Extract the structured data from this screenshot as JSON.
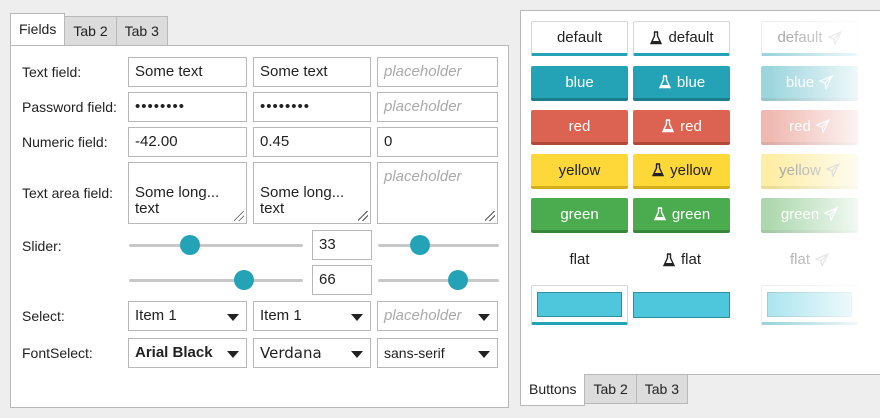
{
  "left": {
    "tabs": [
      "Fields",
      "Tab 2",
      "Tab 3"
    ],
    "labels": {
      "text": "Text field:",
      "password": "Password field:",
      "numeric": "Numeric field:",
      "textarea": "Text area field:",
      "slider": "Slider:",
      "select": "Select:",
      "fontselect": "FontSelect:"
    },
    "text_fields": [
      "Some text",
      "Some text",
      "placeholder"
    ],
    "password_fields": [
      "••••••••",
      "••••••••",
      "placeholder"
    ],
    "numeric_fields": [
      "-42.00",
      "0.45",
      "0"
    ],
    "textarea_fields": [
      "Some long...\ntext",
      "Some long...\ntext",
      "placeholder"
    ],
    "slider_values": [
      "33",
      "66"
    ],
    "slider_levels": {
      "s1": 0.35,
      "s2": 0.66,
      "s3": 0.35,
      "s4": 0.66
    },
    "selects": [
      "Item 1",
      "Item 1",
      "placeholder"
    ],
    "fonts": [
      "Arial Black",
      "Verdana",
      "sans-serif"
    ]
  },
  "right": {
    "tabs": [
      "Buttons",
      "Tab 2",
      "Tab 3"
    ],
    "rows": {
      "default": "default",
      "blue": "blue",
      "red": "red",
      "yellow": "yellow",
      "green": "green",
      "flat": "flat"
    },
    "icons": [
      "flask-icon",
      "paper-plane-icon"
    ],
    "colors": {
      "accent": "#25a3b6",
      "red": "#dc6351",
      "yellow": "#fdd838",
      "green": "#4bab4f"
    }
  }
}
